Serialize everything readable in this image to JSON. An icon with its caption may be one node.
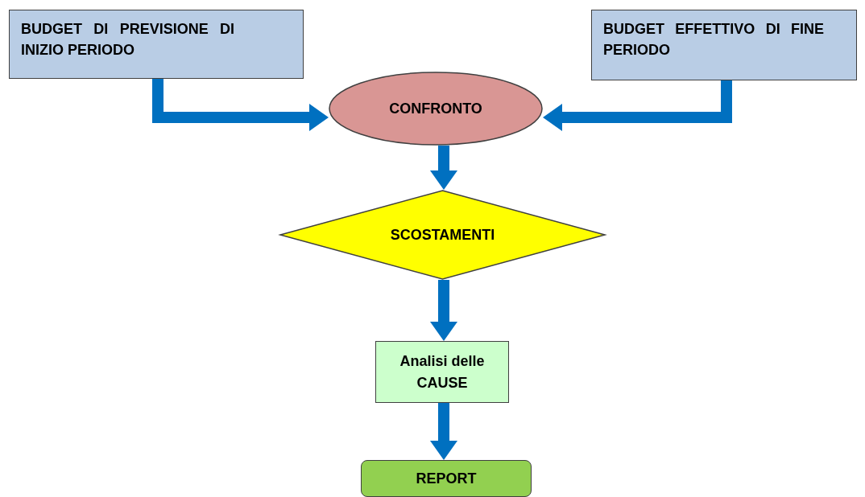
{
  "diagram": {
    "nodes": [
      {
        "text": [
          "BUDGET DI PREVISIONE DI INIZIO PERIODO"
        ]
      },
      {
        "text": [
          "BUDGET EFFETTIVO DI FINE PERIODO"
        ]
      },
      {
        "text": [
          "CONFRONTO"
        ]
      },
      {
        "text": [
          "SCOSTAMENTI"
        ]
      },
      {
        "text": [
          "Analisi delle CAUSE"
        ]
      },
      {
        "text": [
          "REPORT"
        ]
      }
    ],
    "edges": [
      {
        "from": 0,
        "to": 2,
        "arrow": "to"
      },
      {
        "from": 1,
        "to": 2,
        "arrow": "to"
      },
      {
        "from": 2,
        "to": 3,
        "arrow": "to"
      },
      {
        "from": 3,
        "to": 4,
        "arrow": "to"
      },
      {
        "from": 4,
        "to": 5,
        "arrow": "to"
      }
    ]
  }
}
